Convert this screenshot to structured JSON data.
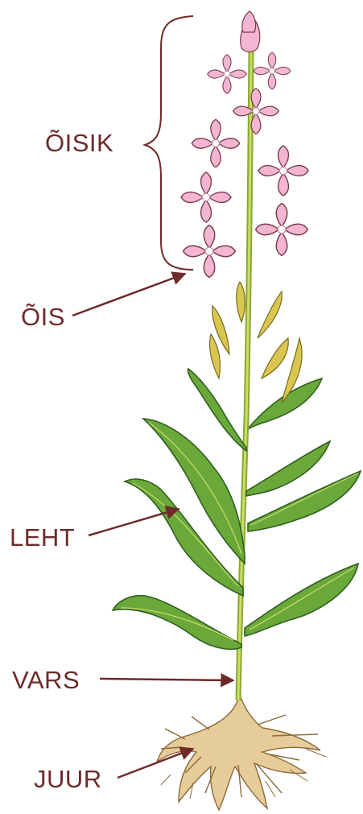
{
  "labels": {
    "inflorescence": "ÕISIK",
    "flower": "ÕIS",
    "leaf": "LEHT",
    "stem": "VARS",
    "root": "JUUR"
  },
  "colors": {
    "label_text": "#6e2a2a",
    "pointer_line": "#6e2a2a",
    "stem": "#9bbf3a",
    "leaf": "#6aa83a",
    "leaf_dark": "#3f7f2a",
    "petal": "#f2b6d2",
    "petal_outline": "#7a3a4a",
    "bud": "#d9c650",
    "root": "#d8b880"
  },
  "icons": [
    "flower-icon",
    "leaf-icon",
    "root-icon"
  ]
}
